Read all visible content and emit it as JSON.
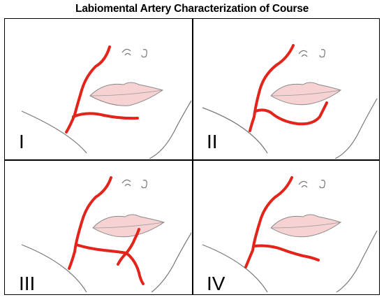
{
  "title": "Labiomental Artery Characterization of Course",
  "panels": [
    {
      "label": "I"
    },
    {
      "label": "II"
    },
    {
      "label": "III"
    },
    {
      "label": "IV"
    }
  ],
  "colors": {
    "artery": "#e3241b",
    "lips": "#f6d2d3",
    "outline": "#555555"
  }
}
